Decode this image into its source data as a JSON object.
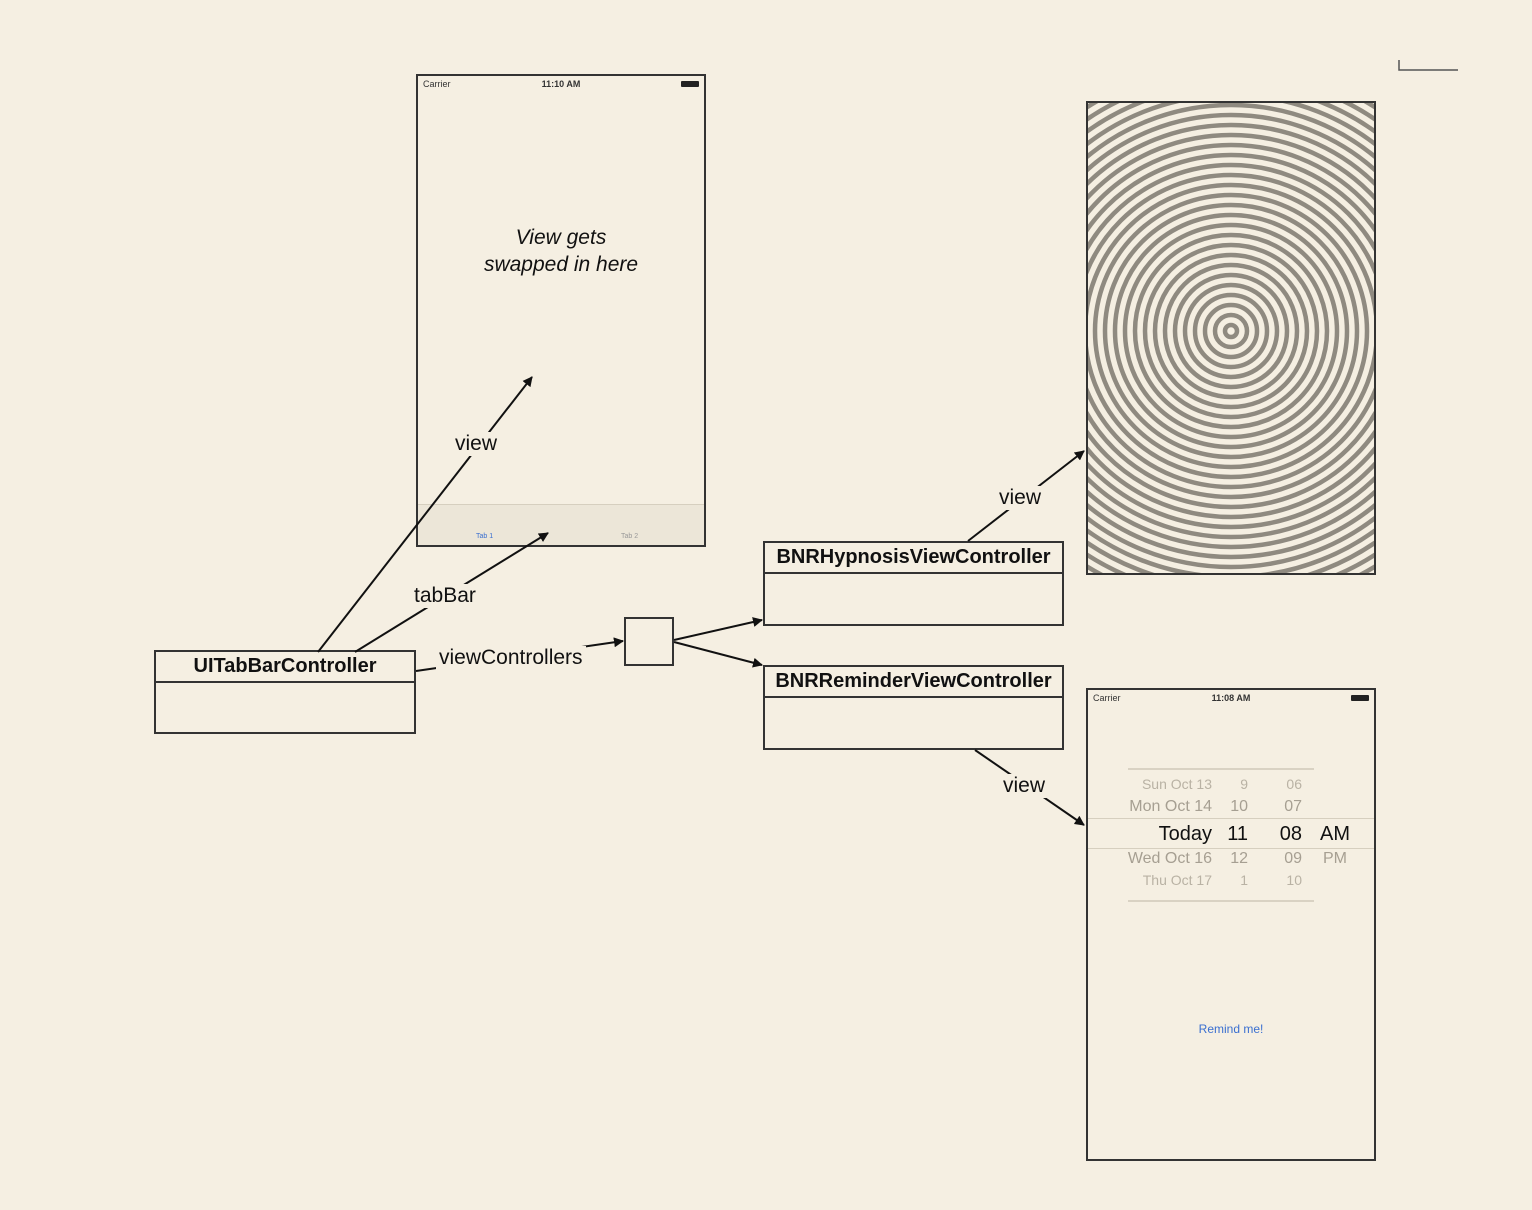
{
  "tabbar_screen": {
    "carrier": "Carrier",
    "time": "11:10 AM",
    "caption_line1": "View gets",
    "caption_line2": "swapped in here",
    "tab1": "Tab 1",
    "tab2": "Tab 2"
  },
  "classes": {
    "tabbar_controller": "UITabBarController",
    "hypnosis_controller": "BNRHypnosisViewController",
    "reminder_controller": "BNRReminderViewController"
  },
  "arrows": {
    "view_tabbar": "view",
    "tabbar": "tabBar",
    "view_controllers": "viewControllers",
    "view_hypnosis": "view",
    "view_reminder": "view"
  },
  "reminder_screen": {
    "carrier": "Carrier",
    "time": "11:08 AM",
    "picker_rows": [
      {
        "day": "Sun Oct 13",
        "hour": "9",
        "minute": "06",
        "ampm": ""
      },
      {
        "day": "Mon Oct 14",
        "hour": "10",
        "minute": "07",
        "ampm": ""
      },
      {
        "day": "Today",
        "hour": "11",
        "minute": "08",
        "ampm": "AM"
      },
      {
        "day": "Wed Oct 16",
        "hour": "12",
        "minute": "09",
        "ampm": "PM"
      },
      {
        "day": "Thu Oct 17",
        "hour": "1",
        "minute": "10",
        "ampm": ""
      }
    ],
    "button": "Remind me!"
  },
  "colors": {
    "background": "#f5efe2",
    "line": "#333333",
    "link_blue": "#3a6fd0"
  }
}
